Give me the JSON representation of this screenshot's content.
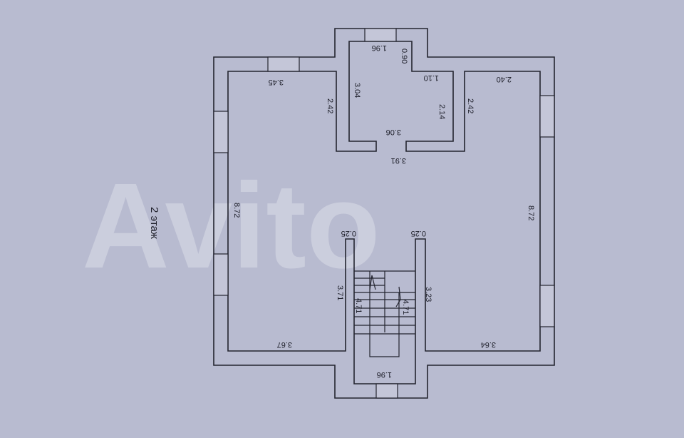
{
  "floor_label": "2 этаж",
  "watermark": "Avito",
  "dimensions": {
    "left_top": "3.45",
    "left_upper_right": "2.42",
    "bath_left": "3.04",
    "bath_top": "1.96",
    "bath_notch_v": "0.90",
    "bath_notch_h": "1.10",
    "bath_right": "2.14",
    "right_upper_left": "2.42",
    "right_top": "2.40",
    "bath_bottom": "3.06",
    "bath_outer_bottom": "3.91",
    "left_height": "8.72",
    "right_height": "8.72",
    "stair_wall_left_top": "0.25",
    "stair_wall_right_top": "0.25",
    "stair_left_outer": "3.71",
    "stair_left_inner": "4.71",
    "stair_right_inner": "4.71",
    "stair_right_outer": "3.23",
    "left_bottom": "3.67",
    "right_bottom": "3.64",
    "stair_bottom": "1.96"
  }
}
